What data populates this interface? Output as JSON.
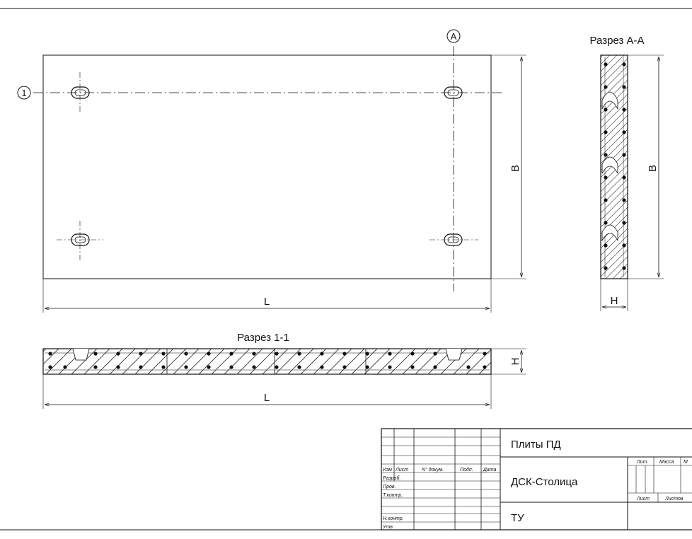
{
  "markers": {
    "axis_a": "A",
    "axis_1": "1"
  },
  "section_aa": {
    "title": "Разрез А-А",
    "dim_height": "B",
    "dim_thickness": "H"
  },
  "plan": {
    "dim_width": "B",
    "dim_length": "L"
  },
  "section_11": {
    "title": "Разрез 1-1",
    "dim_thickness": "H",
    "dim_length": "L"
  },
  "title_block": {
    "product_name": "Плиты ПД",
    "organization": "ДСК-Столица",
    "document_code": "ТУ",
    "columns": {
      "izm": "Изм",
      "list": "Лист",
      "doc_no": "N° докум.",
      "sign": "Подп.",
      "date": "Дата"
    },
    "rows": {
      "razrab": "Разраб.",
      "prov": "Пров.",
      "tkontr": "Т.контр.",
      "nkontr": "Н.контр.",
      "utv": "Утв."
    },
    "stage_cols": {
      "lit": "Лит.",
      "mass": "Масса",
      "scale": "М"
    },
    "sheet_cols": {
      "sheet": "Лист",
      "sheets": "Листов"
    }
  }
}
